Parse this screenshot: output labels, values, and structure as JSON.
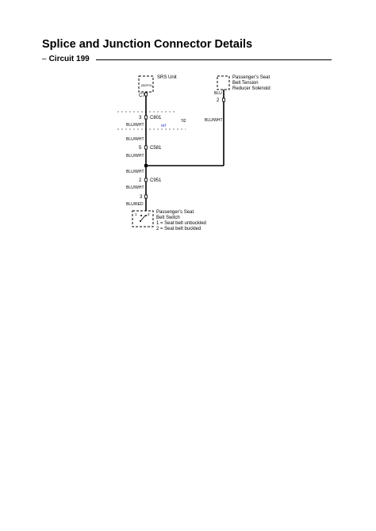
{
  "header": {
    "title": "Splice and Junction Connector Details",
    "subtitle_dash": "–",
    "subtitle": "Circuit 199"
  },
  "components": {
    "srs_unit": {
      "name": "SRS Unit",
      "box_label": "(BGFH)",
      "connector": "C7"
    },
    "solenoid": {
      "name_lines": [
        "Passenger’s Seat",
        "Belt Tension",
        "Reducer Solenoid"
      ],
      "pin": "2"
    },
    "belt_switch": {
      "name_lines": [
        "Passenger’s Seat",
        "Belt Switch",
        "1 = Seat belt unbuckled",
        "2 = Seat belt buckled"
      ],
      "switch_pos_1": "1",
      "switch_pos_2": "2"
    }
  },
  "connectors": {
    "c801": {
      "pin": "3",
      "name": "C801",
      "side_note": "'02",
      "blue_note": "ref"
    },
    "c581": {
      "pin": "5",
      "name": "C581"
    },
    "c951": {
      "pin": "2",
      "name": "C951"
    },
    "switch_pin": {
      "pin": "3"
    }
  },
  "wires": {
    "w1": "BLU/WHT",
    "w2": "BLU/WHT",
    "w3": "BLU/WHT",
    "w4": "BLU/WHT",
    "w5": "BLU/WHT",
    "w6": "BLU/RED",
    "solenoid_top": "BLU",
    "solenoid_bottom": "BLU/WHT"
  }
}
